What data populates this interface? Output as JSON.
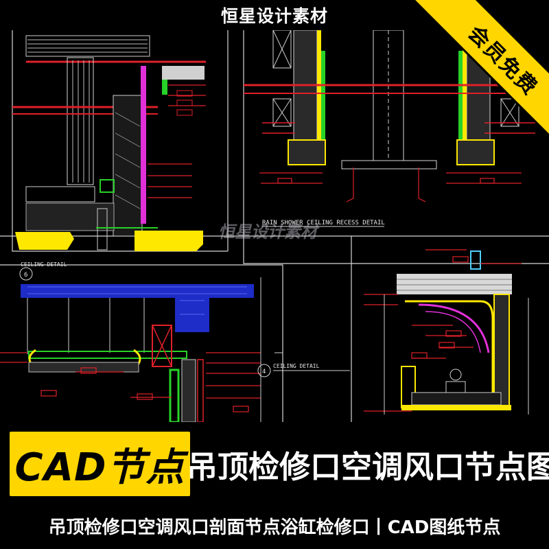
{
  "header": {
    "brand": "恒星设计素材"
  },
  "ribbon": {
    "label": "会员免费"
  },
  "watermark": {
    "text": "恒星设计素材"
  },
  "drawing": {
    "label_shower": "RAIN SHOWER CEILING RECESS DETAIL",
    "label_ceiling_1": "CEILING DETAIL",
    "label_ceiling_2": "CEILING DETAIL",
    "marker_6": "6",
    "marker_4": "4"
  },
  "title": {
    "badge": "CAD节点",
    "headline": "吊顶检修口空调风口节点图"
  },
  "subtitle": {
    "text": "吊顶检修口空调风口剖面节点浴缸检修口丨CAD图纸节点"
  },
  "colors": {
    "accent": "#ffd600",
    "cad_red": "#e0202a",
    "cad_blue": "#1e2cc8",
    "cad_green": "#28d228",
    "cad_magenta": "#e030d8"
  }
}
